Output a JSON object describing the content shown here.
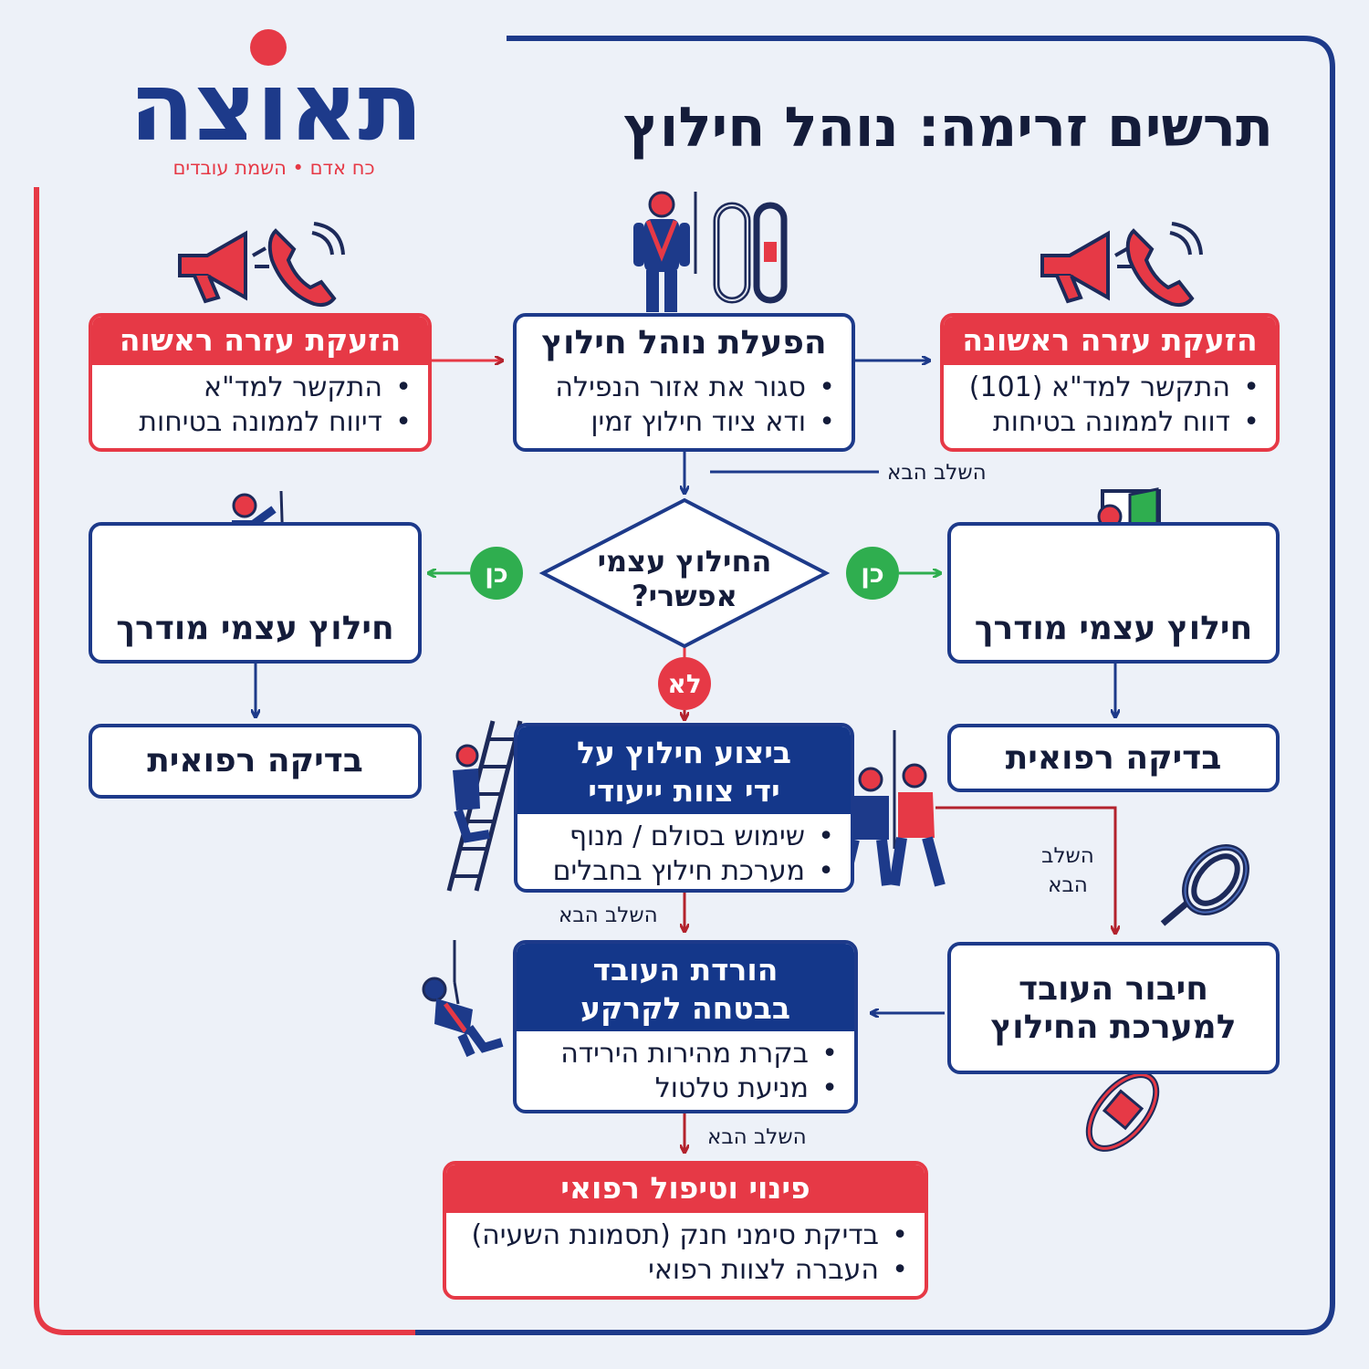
{
  "logo": {
    "text": "תאוצה",
    "tagline": "כח אדם • השמת עובדים"
  },
  "title": "תרשים זרימה: נוהל חילוץ",
  "colors": {
    "brand_blue": "#1d3a8a",
    "accent_red": "#e63946",
    "yes_green": "#2fae4f"
  },
  "nodes": {
    "alert_left": {
      "title": "הזעקת עזרה ראשוה",
      "items": [
        "התקשר למד\"א",
        "דיווח לממונה בטיחות"
      ]
    },
    "activate": {
      "title": "הפעלת נוהל חילוץ",
      "items": [
        "סגור את אזור הנפילה",
        "ודא ציוד חילוץ זמין"
      ]
    },
    "alert_right": {
      "title": "הזעקת עזרה ראשונה",
      "items": [
        "התקשר למד\"א (101)",
        "דווח לממונה בטיחות"
      ]
    },
    "decision": {
      "text": "החילוץ עצמי אפשרי?"
    },
    "self_left": {
      "label": "חילוץ עצמי מודרך"
    },
    "self_right": {
      "label": "חילוץ עצמי מודרך"
    },
    "med_left": {
      "label": "בדיקה רפואית"
    },
    "med_right": {
      "label": "בדיקה רפואית"
    },
    "team": {
      "title": "ביצוע חילוץ על ידי צוות ייעודי",
      "items": [
        "שימוש בסולם / מנוף",
        "מערכת חילוץ בחבלים"
      ]
    },
    "lower": {
      "title": "הורדת העובד בבטחה לקרקע",
      "items": [
        "בקרת מהירות הירידה",
        "מניעת טלטול"
      ]
    },
    "connect": {
      "label": "חיבור העובד למערכת החילוץ"
    },
    "evac": {
      "title": "פינוי וטיפול רפואי",
      "items": [
        "בדיקת סימני חנק (תסמונת השעיה)",
        "העברה לצוות רפואי"
      ]
    }
  },
  "labels": {
    "yes": "כן",
    "no": "לא",
    "next_step": "השלב הבא"
  },
  "icons": [
    "megaphone-icon",
    "phone-icon",
    "worker-harness-icon",
    "carabiner-icon",
    "climber-icon",
    "worker-door-icon",
    "ladder-climber-icon",
    "rescuers-icon",
    "rope-icon",
    "rappel-icon"
  ]
}
